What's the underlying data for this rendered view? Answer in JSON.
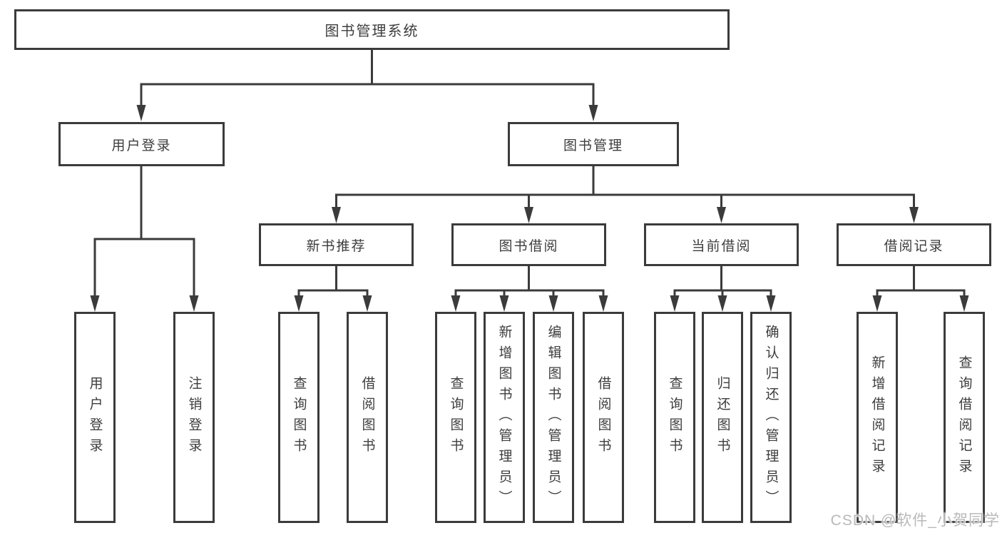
{
  "diagram": {
    "title_node": {
      "label": "图书管理系统"
    },
    "level2": [
      {
        "label": "用户登录"
      },
      {
        "label": "图书管理"
      }
    ],
    "level3": [
      {
        "parent": "图书管理",
        "label": "新书推荐"
      },
      {
        "parent": "图书管理",
        "label": "图书借阅"
      },
      {
        "parent": "图书管理",
        "label": "当前借阅"
      },
      {
        "parent": "图书管理",
        "label": "借阅记录"
      }
    ],
    "leaves": [
      {
        "parent": "用户登录",
        "label": "用户登录"
      },
      {
        "parent": "用户登录",
        "label": "注销登录"
      },
      {
        "parent": "新书推荐",
        "label": "查询图书"
      },
      {
        "parent": "新书推荐",
        "label": "借阅图书"
      },
      {
        "parent": "图书借阅",
        "label": "查询图书"
      },
      {
        "parent": "图书借阅",
        "label": "新增图书（管理员）"
      },
      {
        "parent": "图书借阅",
        "label": "编辑图书（管理员）"
      },
      {
        "parent": "图书借阅",
        "label": "借阅图书"
      },
      {
        "parent": "当前借阅",
        "label": "查询图书"
      },
      {
        "parent": "当前借阅",
        "label": "归还图书"
      },
      {
        "parent": "当前借阅",
        "label": "确认归还（管理员）"
      },
      {
        "parent": "借阅记录",
        "label": "新增借阅记录"
      },
      {
        "parent": "借阅记录",
        "label": "查询借阅记录"
      }
    ],
    "watermark": {
      "text": "CSDN @软件_小贺同学"
    },
    "colors": {
      "line": "#3b3b3b",
      "text": "#3d3d3d",
      "background": "#ffffff",
      "watermark": "#b9b9b9"
    }
  }
}
